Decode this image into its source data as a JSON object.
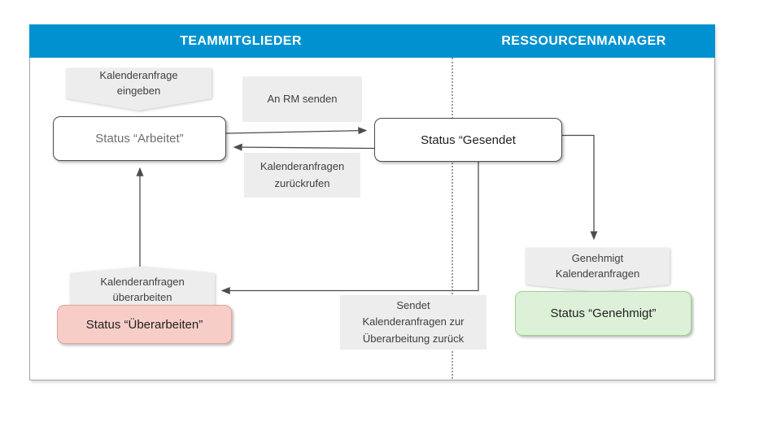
{
  "diagram": {
    "lanes": {
      "left": "TEAMMITGLIEDER",
      "right": "RESSOURCENMANAGER"
    },
    "nodes": {
      "enter_request": "Kalenderanfrage\neingeben",
      "send_to_rm": "An RM senden",
      "status_working": "Status “Arbeitet”",
      "recall_requests": "Kalenderanfragen\nzurückrufen",
      "status_sent": "Status “Gesendet",
      "approves_requests": "Genehmigt\nKalenderanfragen",
      "status_approved": "Status “Genehmigt”",
      "revise_requests": "Kalenderanfragen\nüberarbeiten",
      "status_revising": "Status “Überarbeiten”",
      "returns_for_revision": "Sendet\nKalenderanfragen zur\nÜberarbeitung zurück"
    },
    "colors": {
      "header_bar": "#0092d0",
      "header_text": "#ffffff",
      "action_fill": "#ededed",
      "status_border": "#4c4c4c",
      "revising_fill": "#f7cec7",
      "revising_border": "#e0a69b",
      "approved_fill": "#ddf1d8",
      "approved_border": "#9ed290",
      "arrow": "#4d4d4d",
      "divider": "#9c9c9c"
    }
  }
}
